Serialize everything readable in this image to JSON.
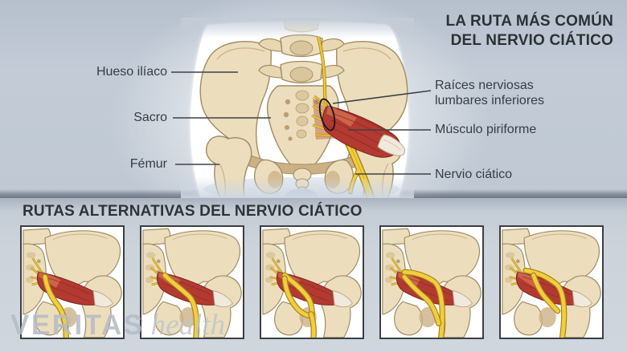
{
  "main_section": {
    "title": {
      "line1": "LA RUTA MÁS COMÚN",
      "line2": "DEL NERVIO CIÁTICO"
    },
    "labels_left": [
      {
        "text": "Hueso ilíaco"
      },
      {
        "text": "Sacro"
      },
      {
        "text": "Fémur"
      }
    ],
    "labels_right": [
      {
        "line1": "Raíces nerviosas",
        "line2": "lumbares inferiores"
      },
      {
        "line1": "Músculo piriforme"
      },
      {
        "line1": "Nervio ciático"
      }
    ]
  },
  "alternatives_section": {
    "heading": "RUTAS ALTERNATIVAS DEL NERVIO CIÁTICO",
    "thumbnails": [
      {
        "variant": "below"
      },
      {
        "variant": "through"
      },
      {
        "variant": "split-through-below"
      },
      {
        "variant": "split-above-through"
      },
      {
        "variant": "above"
      }
    ]
  },
  "watermark": {
    "brand": "VERITAS",
    "suffix": "health"
  },
  "colors": {
    "background_top": "#bfc8d3",
    "background_bottom": "#ccd3db",
    "panel": "#ffffff",
    "bone_fill": "#ecdebc",
    "bone_stroke": "#a18a61",
    "muscle_red": "#b23a31",
    "muscle_dark": "#7c241e",
    "tendon": "#f0e9dc",
    "nerve_yellow": "#f2ce3e",
    "nerve_dark": "#a8841b",
    "text": "#383d44"
  }
}
